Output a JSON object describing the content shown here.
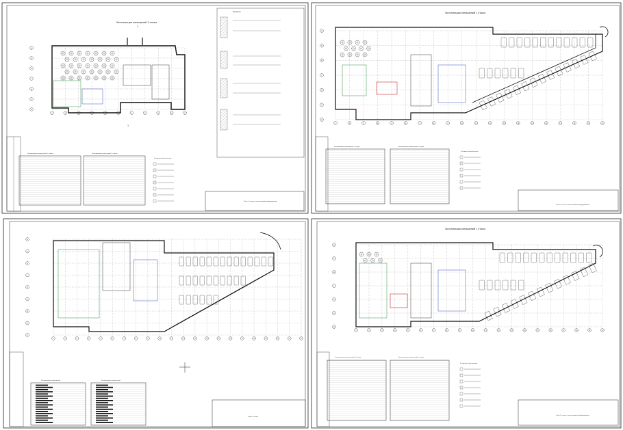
{
  "sheets": [
    {
      "id": "sheet-1",
      "plan_title": "Экспликация помещений 1 этажа",
      "title_block_lines": [
        "План 1 этажа с расстановкой оборудования"
      ],
      "col_labels": [
        "1",
        "2",
        "3",
        "4",
        "5",
        "6",
        "7",
        "8",
        "9",
        "10",
        "11"
      ],
      "row_labels": [
        "А",
        "Б",
        "В",
        "Г",
        "Д",
        "Е",
        "Ж"
      ],
      "table_left_title": "Экспликация помещений 1 этажа",
      "table_right_title": "Экспликация помещений 1 этажа",
      "legend_title": "Условные обозначения",
      "side_title": "Сечения"
    },
    {
      "id": "sheet-2",
      "plan_title": "Экспликация помещений 1 этажа",
      "title_block_lines": [
        "План 1 этажа с расстановкой оборудования"
      ],
      "col_labels": [
        "1",
        "2",
        "3",
        "4",
        "5",
        "6",
        "7",
        "8",
        "9",
        "10",
        "11",
        "12",
        "13",
        "14",
        "15",
        "16",
        "17",
        "18",
        "19",
        "20"
      ],
      "row_labels": [
        "А",
        "Б",
        "В",
        "Г",
        "Д",
        "Е",
        "Ж"
      ],
      "table_left_title": "Экспликация помещений 1 этажа",
      "table_right_title": "Экспликация помещений 1 этажа",
      "legend_title": "Условные обозначения"
    },
    {
      "id": "sheet-3",
      "col_labels": [
        "1",
        "2",
        "3",
        "4",
        "5",
        "6",
        "7",
        "8",
        "9",
        "10",
        "11",
        "12",
        "13",
        "14",
        "15",
        "16",
        "17",
        "18",
        "19",
        "20",
        "21",
        "22"
      ],
      "row_labels": [
        "А",
        "Б",
        "В",
        "Г",
        "Д",
        "Е",
        "Ж",
        "И",
        "К"
      ],
      "table_left_title": "Экспликация помещений",
      "table_right_title": "Экспликация помещений",
      "title_block_lines": [
        "План 1 этажа"
      ]
    },
    {
      "id": "sheet-4",
      "plan_title": "Экспликация помещений 1 этажа",
      "title_block_lines": [
        "План 1 этажа с расстановкой оборудования"
      ],
      "col_labels": [
        "1",
        "2",
        "3",
        "4",
        "5",
        "6",
        "7",
        "8",
        "9",
        "10",
        "11",
        "12",
        "13",
        "14",
        "15",
        "16",
        "17",
        "18",
        "19",
        "20"
      ],
      "row_labels": [
        "А",
        "Б",
        "В",
        "Г",
        "Д",
        "Е",
        "Ж"
      ],
      "table_left_title": "Экспликация помещений 1 этажа",
      "table_right_title": "Экспликация помещений 1 этажа",
      "legend_title": "Условные обозначения"
    }
  ],
  "colors": {
    "line": "#222222",
    "hatch": "#7a7a7a",
    "accent_red": "#c00000",
    "green": "#2f8f3a",
    "blue": "#3a4fc0"
  }
}
